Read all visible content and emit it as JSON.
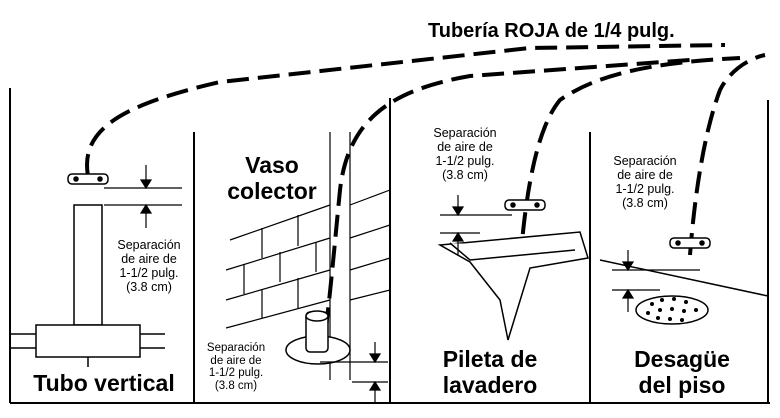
{
  "title": "Tubería ROJA de 1/4 pulg.",
  "panels": [
    {
      "label": "Tubo vertical",
      "air_gap": "Separación\nde aire de\n1-1/2 pulg.\n(3.8 cm)"
    },
    {
      "label": "Vaso\ncolector",
      "air_gap": "Separación\nde aire de\n1-1/2 pulg.\n(3.8 cm)"
    },
    {
      "label": "Pileta de\nlavadero",
      "air_gap": "Separación\nde aire de\n1-1/2 pulg.\n(3.8 cm)"
    },
    {
      "label": "Desagüe\ndel piso",
      "air_gap": "Separación\nde aire de\n1-1/2 pulg.\n(3.8 cm)"
    }
  ]
}
